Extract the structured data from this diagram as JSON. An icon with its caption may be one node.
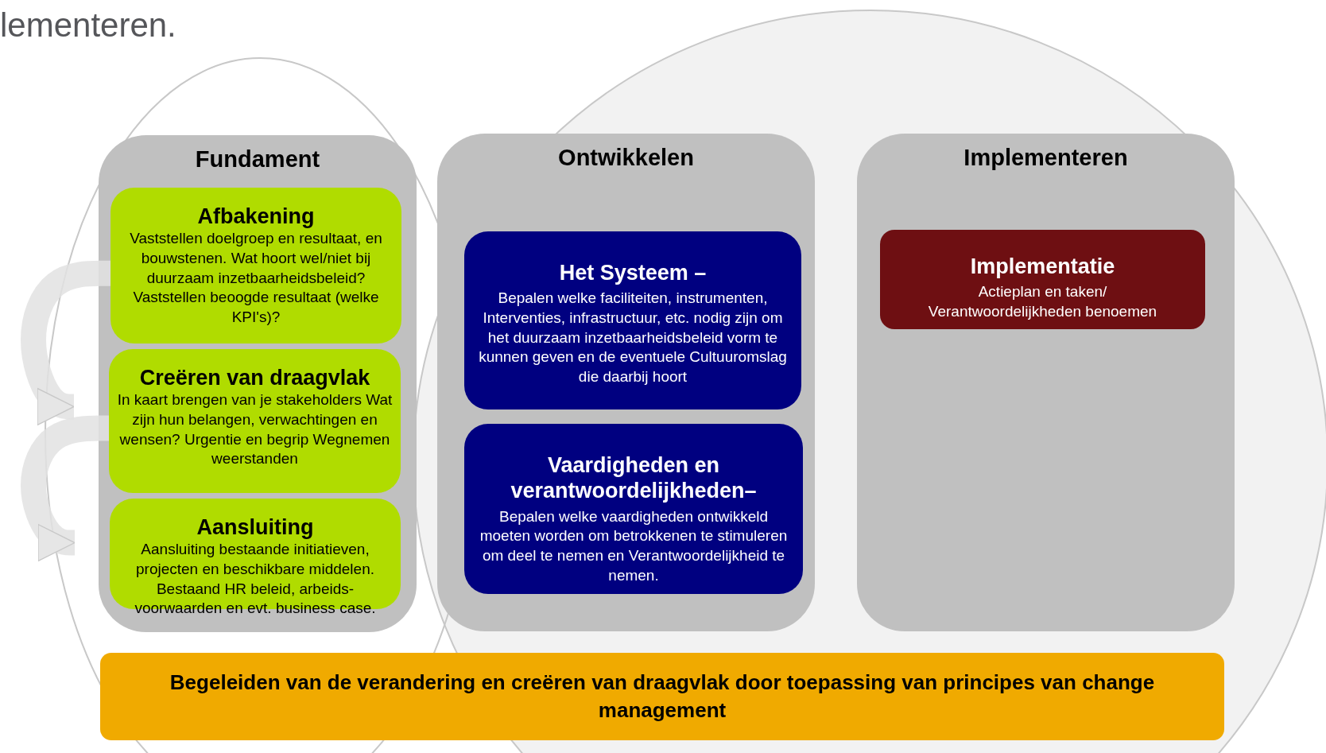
{
  "diagram": {
    "nodes": [
      {
        "text": [
          "Fundament"
        ]
      },
      {
        "text": [
          "Afbakening",
          "Vaststellen doelgroep en resultaat, en bouwstenen. Wat hoort wel/niet bij duurzaam inzetbaarheidsbeleid? Vaststellen beoogde resultaat (welke KPI's)?"
        ],
        "in": 0
      },
      {
        "text": [
          "Creëren van draagvlak",
          "In kaart brengen van je stakeholders Wat zijn hun belangen, verwachtingen en wensen? Urgentie en begrip Wegnemen weerstanden"
        ],
        "in": 0
      },
      {
        "text": [
          "Aansluiting",
          "Aansluiting bestaande initiatieven, projecten en beschikbare middelen. Bestaand HR beleid, arbeids-voorwaarden en evt. business case."
        ],
        "in": 0
      },
      {
        "text": [
          "Ontwikkelen"
        ]
      },
      {
        "text": [
          "Het Systeem –",
          "Bepalen welke faciliteiten, instrumenten, Interventies, infrastructuur, etc. nodig zijn om het duurzaam inzetbaarheidsbeleid vorm te kunnen geven en de eventuele Cultuuromslag die daarbij hoort"
        ],
        "in": 4
      },
      {
        "text": [
          "Vaardigheden en verantwoordelijkheden–",
          "Bepalen welke vaardigheden ontwikkeld moeten worden om betrokkenen te stimuleren om deel te nemen en Verantwoordelijkheid te nemen."
        ],
        "in": 4
      },
      {
        "text": [
          "Implementeren"
        ]
      },
      {
        "text": [
          "Implementatie",
          "Actieplan en taken/ Verantwoordelijkheden benoemen"
        ],
        "in": 7
      },
      {
        "text": [
          "Begeleiden van de verandering en creëren van draagvlak door toepassing van principes van change management"
        ]
      }
    ],
    "edges": [
      {
        "from": 1,
        "to": 2,
        "arrow": "to"
      },
      {
        "from": 2,
        "to": 3,
        "arrow": "to"
      }
    ],
    "labels": [
      "lementeren."
    ]
  }
}
